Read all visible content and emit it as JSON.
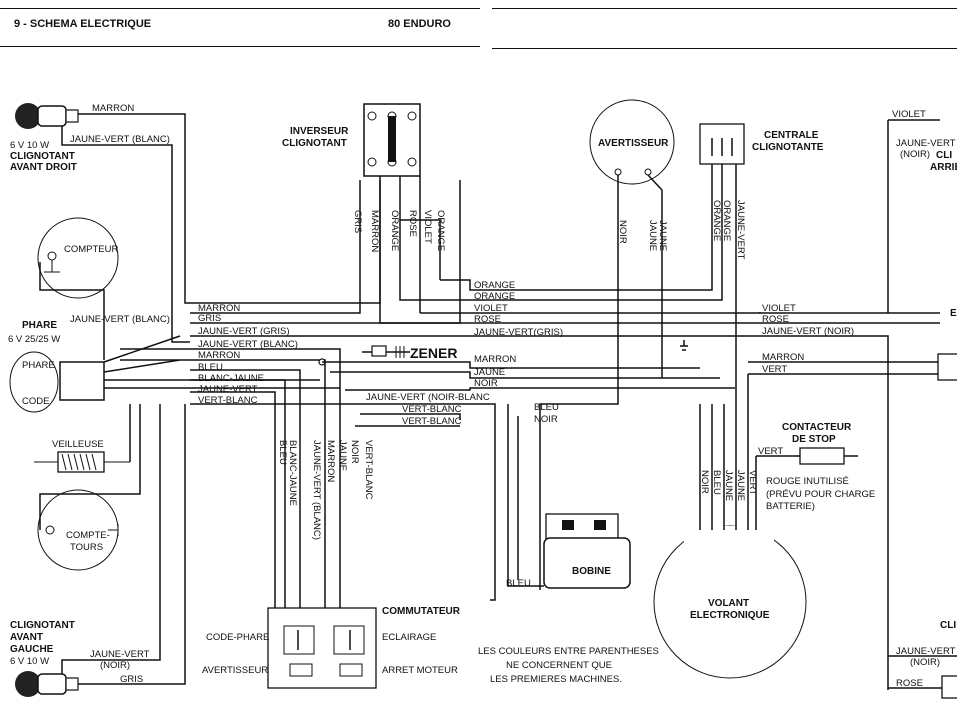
{
  "header": {
    "page_title": "9 - SCHEMA ELECTRIQUE",
    "model": "80 ENDURO"
  },
  "components": {
    "clig_ad": {
      "name": [
        "CLIGNOTANT",
        "AVANT DROIT"
      ],
      "rating": "6 V 10 W"
    },
    "clig_ag": {
      "name": [
        "CLIGNOTANT",
        "AVANT",
        "GAUCHE"
      ],
      "rating": "6 V 10 W"
    },
    "clig_ar_d": {
      "name": [
        "CLI",
        "ARRIE"
      ]
    },
    "clig_ar_g": {
      "name": [
        "CLI"
      ]
    },
    "right_edge": "E",
    "compteur": "COMPTEUR",
    "phare": {
      "name": "PHARE",
      "rating": "6 V 25/25 W",
      "phare_label": "PHARE",
      "code_label": "CODE"
    },
    "veilleuse": "VEILLEUSE",
    "compte_tours": [
      "COMPTE-",
      "TOURS"
    ],
    "inverseur": [
      "INVERSEUR",
      "CLIGNOTANT"
    ],
    "avertisseur": "AVERTISSEUR",
    "centrale": [
      "CENTRALE",
      "CLIGNOTANTE"
    ],
    "zener": "ZENER",
    "contacteur_stop": [
      "CONTACTEUR",
      "DE STOP"
    ],
    "rouge_note": [
      "ROUGE INUTILISÉ",
      "(PRÉVU POUR CHARGE",
      "BATTERIE)"
    ],
    "bobine": "BOBINE",
    "volant": [
      "VOLANT",
      "ELECTRONIQUE"
    ],
    "commutateur": {
      "name": "COMMUTATEUR",
      "code_phare": "CODE-PHARE",
      "eclairage": "ECLAIRAGE",
      "avertisseur": "AVERTISSEUR",
      "arret_moteur": "ARRET MOTEUR"
    }
  },
  "note": [
    "LES COULEURS ENTRE PARENTHESES",
    "NE CONCERNENT QUE",
    "LES PREMIERES MACHINES."
  ],
  "wires": {
    "marron": "MARRON",
    "jaune_vert_blanc": "JAUNE-VERT (BLANC)",
    "jaune_vert_gris": "JAUNE-VERT (GRIS)",
    "jaune_vert_gris2": "JAUNE-VERT(GRIS)",
    "jaune_vert_noir": "JAUNE-VERT (NOIR)",
    "jaune_vert_noir_blanc": "JAUNE-VERT (NOIR-BLANC",
    "jaune_vert": "JAUNE-VERT",
    "gris": "GRIS",
    "bleu": "BLEU",
    "blanc_jaune": "BLANC-JAUNE",
    "vert_blanc": "VERT-BLANC",
    "orange": "ORANGE",
    "violet": "VIOLET",
    "rose": "ROSE",
    "jaune": "JAUNE",
    "noir": "NOIR",
    "vert": "VERT",
    "noir_paren": "(NOIR)",
    "jaune_vert_paren": "JAUNE-VERT"
  }
}
